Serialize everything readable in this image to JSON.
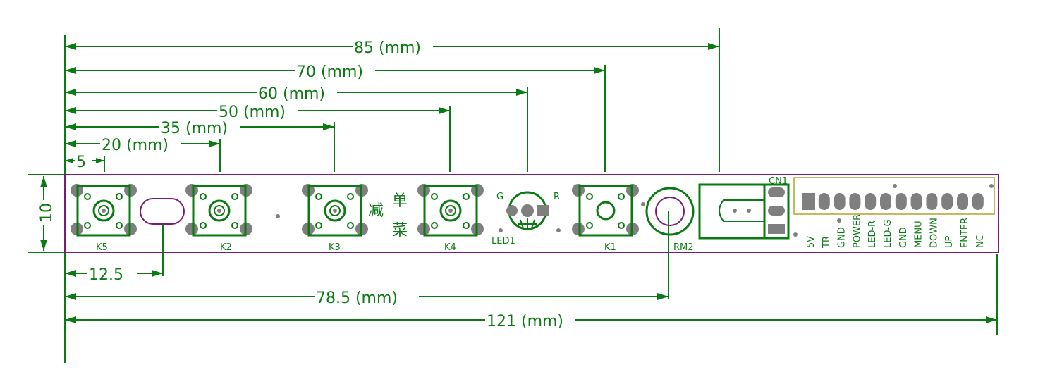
{
  "dimensions": {
    "d85": "85 (mm)",
    "d70": "70 (mm)",
    "d60": "60 (mm)",
    "d50": "50 (mm)",
    "d35": "35 (mm)",
    "d20": "20 (mm)",
    "d5": "5",
    "d12": "12.5",
    "d78": "78.5 (mm)",
    "d121": "121 (mm)",
    "height": "10"
  },
  "components": {
    "k5": "K5",
    "k2": "K2",
    "k3": "K3",
    "k4": "K4",
    "k1": "K1",
    "led": "LED1",
    "led_g": "G",
    "led_r": "R",
    "rm": "RM2",
    "cn": "CN1",
    "cn_char1": "菜",
    "cn_char2": "单",
    "cn_char3": "减"
  },
  "connector_pins": [
    "5V",
    "TR",
    "GND",
    "POWER",
    "LED-R",
    "LED-G",
    "GND",
    "MENU",
    "DOWN",
    "UP",
    "ENTER",
    "NC"
  ],
  "colors": {
    "dimension": "#0a7a12",
    "board_outline": "#7a1a7a",
    "pad": "#7f7f7f"
  }
}
